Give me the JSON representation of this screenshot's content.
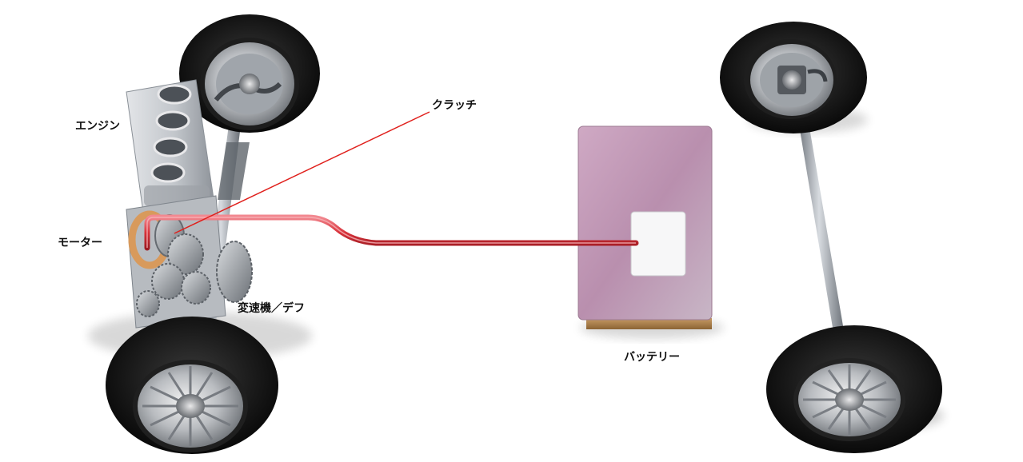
{
  "labels": {
    "engine": "エンジン",
    "clutch": "クラッチ",
    "motor": "モーター",
    "transmission": "変速機／デフ",
    "battery": "バッテリー"
  },
  "colors": {
    "background": "#ffffff",
    "label_text": "#111111",
    "leader_line": "#e0201c",
    "power_cable": "#d8323a",
    "battery_body": "#c69ab6",
    "battery_base": "#b48a52",
    "tire": "#141414",
    "rim": "#c9c9cc",
    "axle": "#8d949c",
    "motor_ring": "#d89a5c"
  }
}
